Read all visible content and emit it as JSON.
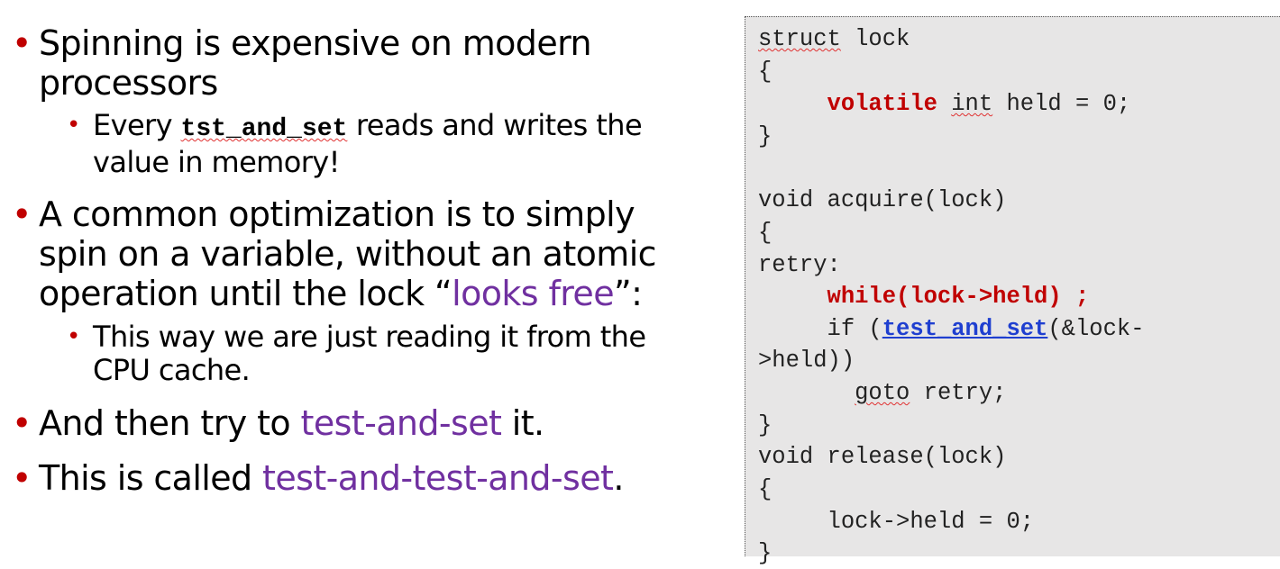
{
  "slide": {
    "bullets": [
      {
        "l1": "Spinning is expensive on modern",
        "l2": "processors"
      },
      {
        "pre": "Every ",
        "code": "tst_and_set",
        "post": " reads and writes the",
        "l2": "value in memory!"
      },
      {
        "l1": "A common optimization is to simply",
        "l2": "spin on a variable, without an atomic",
        "l3_pre": "operation until the lock “",
        "l3_hl": "looks free",
        "l3_post": "”:"
      },
      {
        "l1": "This way we are just reading it from the",
        "l2": "CPU cache."
      },
      {
        "pre": "And then try to ",
        "hl": "test-and-set",
        "post": " it."
      },
      {
        "pre": "This is called ",
        "hl": "test-and-test-and-set",
        "post": "."
      }
    ]
  },
  "code": {
    "l1a": "struct",
    "l1b": " lock",
    "l2": "{",
    "l3a": "     ",
    "l3b": "volatile",
    "l3c": " ",
    "l3d": "int",
    "l3e": " held = 0;",
    "l4": "}",
    "l6": "void acquire(lock)",
    "l7": "{",
    "l8": "retry:",
    "l9a": "     ",
    "l9b": "while(lock->held) ;",
    "l10a": "     if (",
    "l10b": "test_and_set",
    "l10c": "(&lock-",
    "l11": ">held))",
    "l12a": "       ",
    "l12b": "goto",
    "l12c": " retry;",
    "l13": "}",
    "l14": "void release(lock)",
    "l15": "{",
    "l16": "     lock->held = 0;",
    "l17": "}"
  },
  "colors": {
    "bullet": "#c00000",
    "highlight": "#7030a0",
    "keyword_red": "#c00000",
    "keyword_blue": "#1f3fd0",
    "code_bg": "#e7e6e6"
  }
}
